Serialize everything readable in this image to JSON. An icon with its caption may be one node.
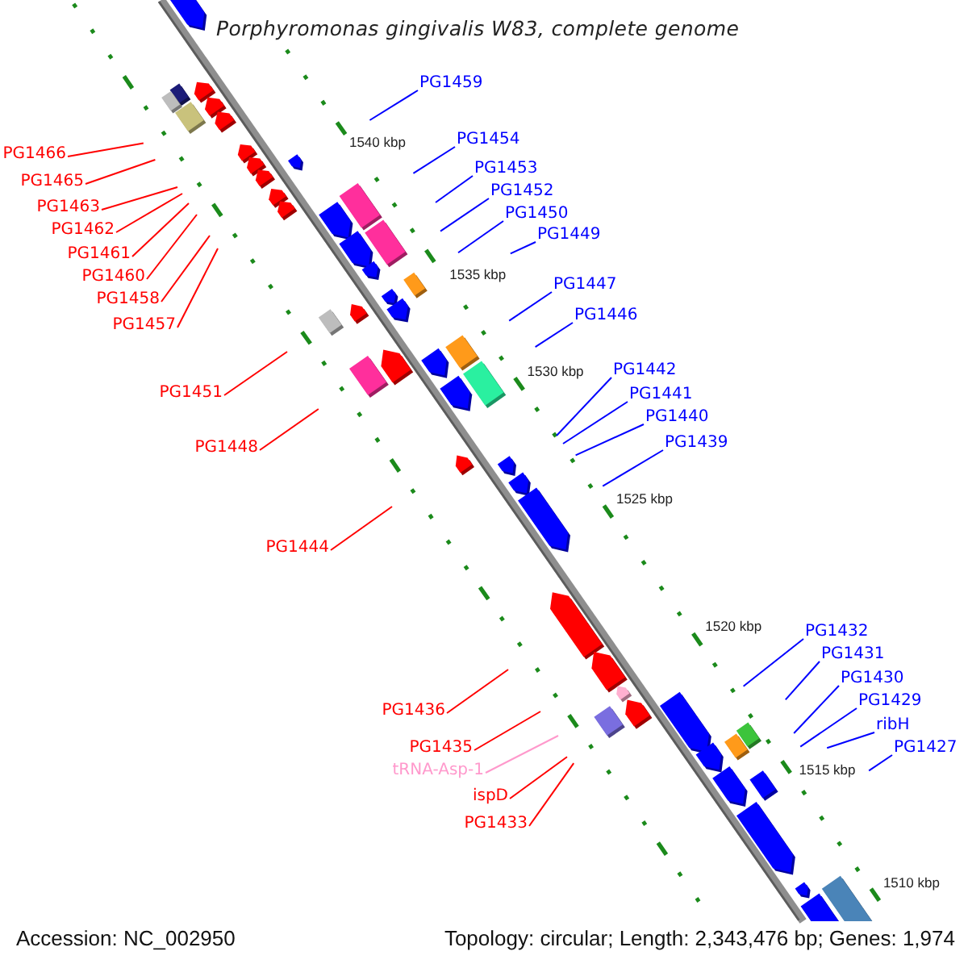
{
  "diagram": {
    "title": "Porphyromonas gingivalis W83, complete genome",
    "nodes": [
      {
        "text": [
          "PG1459"
        ]
      },
      {
        "text": [
          "PG1454"
        ]
      },
      {
        "text": [
          "PG1466"
        ]
      },
      {
        "text": [
          "PG1453"
        ]
      },
      {
        "text": [
          "PG1465"
        ]
      },
      {
        "text": [
          "PG1452"
        ]
      },
      {
        "text": [
          "PG1463"
        ]
      },
      {
        "text": [
          "PG1450"
        ]
      },
      {
        "text": [
          "PG1462"
        ]
      },
      {
        "text": [
          "PG1449"
        ]
      },
      {
        "text": [
          "PG1461"
        ]
      },
      {
        "text": [
          "PG1460"
        ]
      },
      {
        "text": [
          "PG1447"
        ]
      },
      {
        "text": [
          "PG1458"
        ]
      },
      {
        "text": [
          "PG1446"
        ]
      },
      {
        "text": [
          "PG1457"
        ]
      },
      {
        "text": [
          "PG1442"
        ]
      },
      {
        "text": [
          "PG1451"
        ]
      },
      {
        "text": [
          "PG1441"
        ]
      },
      {
        "text": [
          "PG1440"
        ]
      },
      {
        "text": [
          "PG1439"
        ]
      },
      {
        "text": [
          "PG1448"
        ]
      },
      {
        "text": [
          "PG1444"
        ]
      },
      {
        "text": [
          "PG1432"
        ]
      },
      {
        "text": [
          "PG1431"
        ]
      },
      {
        "text": [
          "PG1430"
        ]
      },
      {
        "text": [
          "PG1429"
        ]
      },
      {
        "text": [
          "PG1436"
        ]
      },
      {
        "text": [
          "ribH"
        ]
      },
      {
        "text": [
          "PG1435"
        ]
      },
      {
        "text": [
          "PG1427"
        ]
      },
      {
        "text": [
          "tRNA-Asp-1"
        ]
      },
      {
        "text": [
          "ispD"
        ]
      },
      {
        "text": [
          "PG1433"
        ]
      }
    ],
    "edges": [
      {
        "from": 0,
        "to": null,
        "arrow": "none"
      },
      {
        "from": 1,
        "to": null,
        "arrow": "none"
      },
      {
        "from": 2,
        "to": null,
        "arrow": "none",
        "color": "#ff0000"
      },
      {
        "from": 3,
        "to": null,
        "arrow": "none"
      },
      {
        "from": 4,
        "to": null,
        "arrow": "none",
        "color": "#ff0000"
      },
      {
        "from": 5,
        "to": null,
        "arrow": "none"
      },
      {
        "from": 6,
        "to": null,
        "arrow": "none",
        "color": "#ff0000"
      },
      {
        "from": 7,
        "to": null,
        "arrow": "none"
      },
      {
        "from": 8,
        "to": null,
        "arrow": "none",
        "color": "#ff0000"
      },
      {
        "from": 9,
        "to": null,
        "arrow": "none"
      },
      {
        "from": 10,
        "to": null,
        "arrow": "none",
        "color": "#ff0000"
      },
      {
        "from": 11,
        "to": null,
        "arrow": "none",
        "color": "#ff0000"
      },
      {
        "from": 12,
        "to": null,
        "arrow": "none"
      },
      {
        "from": 13,
        "to": null,
        "arrow": "none",
        "color": "#ff0000"
      },
      {
        "from": 14,
        "to": null,
        "arrow": "none"
      },
      {
        "from": 15,
        "to": null,
        "arrow": "none",
        "color": "#ff0000"
      },
      {
        "from": 16,
        "to": null,
        "arrow": "none"
      },
      {
        "from": 17,
        "to": null,
        "arrow": "none",
        "color": "#ff0000"
      },
      {
        "from": 18,
        "to": null,
        "arrow": "none"
      },
      {
        "from": 19,
        "to": null,
        "arrow": "none"
      },
      {
        "from": 20,
        "to": null,
        "arrow": "none"
      },
      {
        "from": 21,
        "to": null,
        "arrow": "none",
        "color": "#ff0000"
      },
      {
        "from": 22,
        "to": null,
        "arrow": "none",
        "color": "#ff0000"
      },
      {
        "from": 23,
        "to": null,
        "arrow": "none"
      },
      {
        "from": 24,
        "to": null,
        "arrow": "none"
      },
      {
        "from": 25,
        "to": null,
        "arrow": "none"
      },
      {
        "from": 26,
        "to": null,
        "arrow": "none"
      },
      {
        "from": 27,
        "to": null,
        "arrow": "none",
        "color": "#ff0000"
      },
      {
        "from": 28,
        "to": null,
        "arrow": "none"
      },
      {
        "from": 29,
        "to": null,
        "arrow": "none",
        "color": "#ff0000"
      },
      {
        "from": 30,
        "to": null,
        "arrow": "none"
      },
      {
        "from": 31,
        "to": null,
        "arrow": "none",
        "color": "#ff99cc"
      },
      {
        "from": 32,
        "to": null,
        "arrow": "none",
        "color": "#ff0000"
      },
      {
        "from": 33,
        "to": null,
        "arrow": "none",
        "color": "#ff0000"
      }
    ],
    "labels": [
      "1540 kbp",
      "1535 kbp",
      "1530 kbp",
      "1525 kbp",
      "1520 kbp",
      "1515 kbp",
      "1510 kbp",
      "Accession: NC_002950",
      "Topology: circular; Length: 2,343,476 bp; Genes: 1,974"
    ]
  }
}
